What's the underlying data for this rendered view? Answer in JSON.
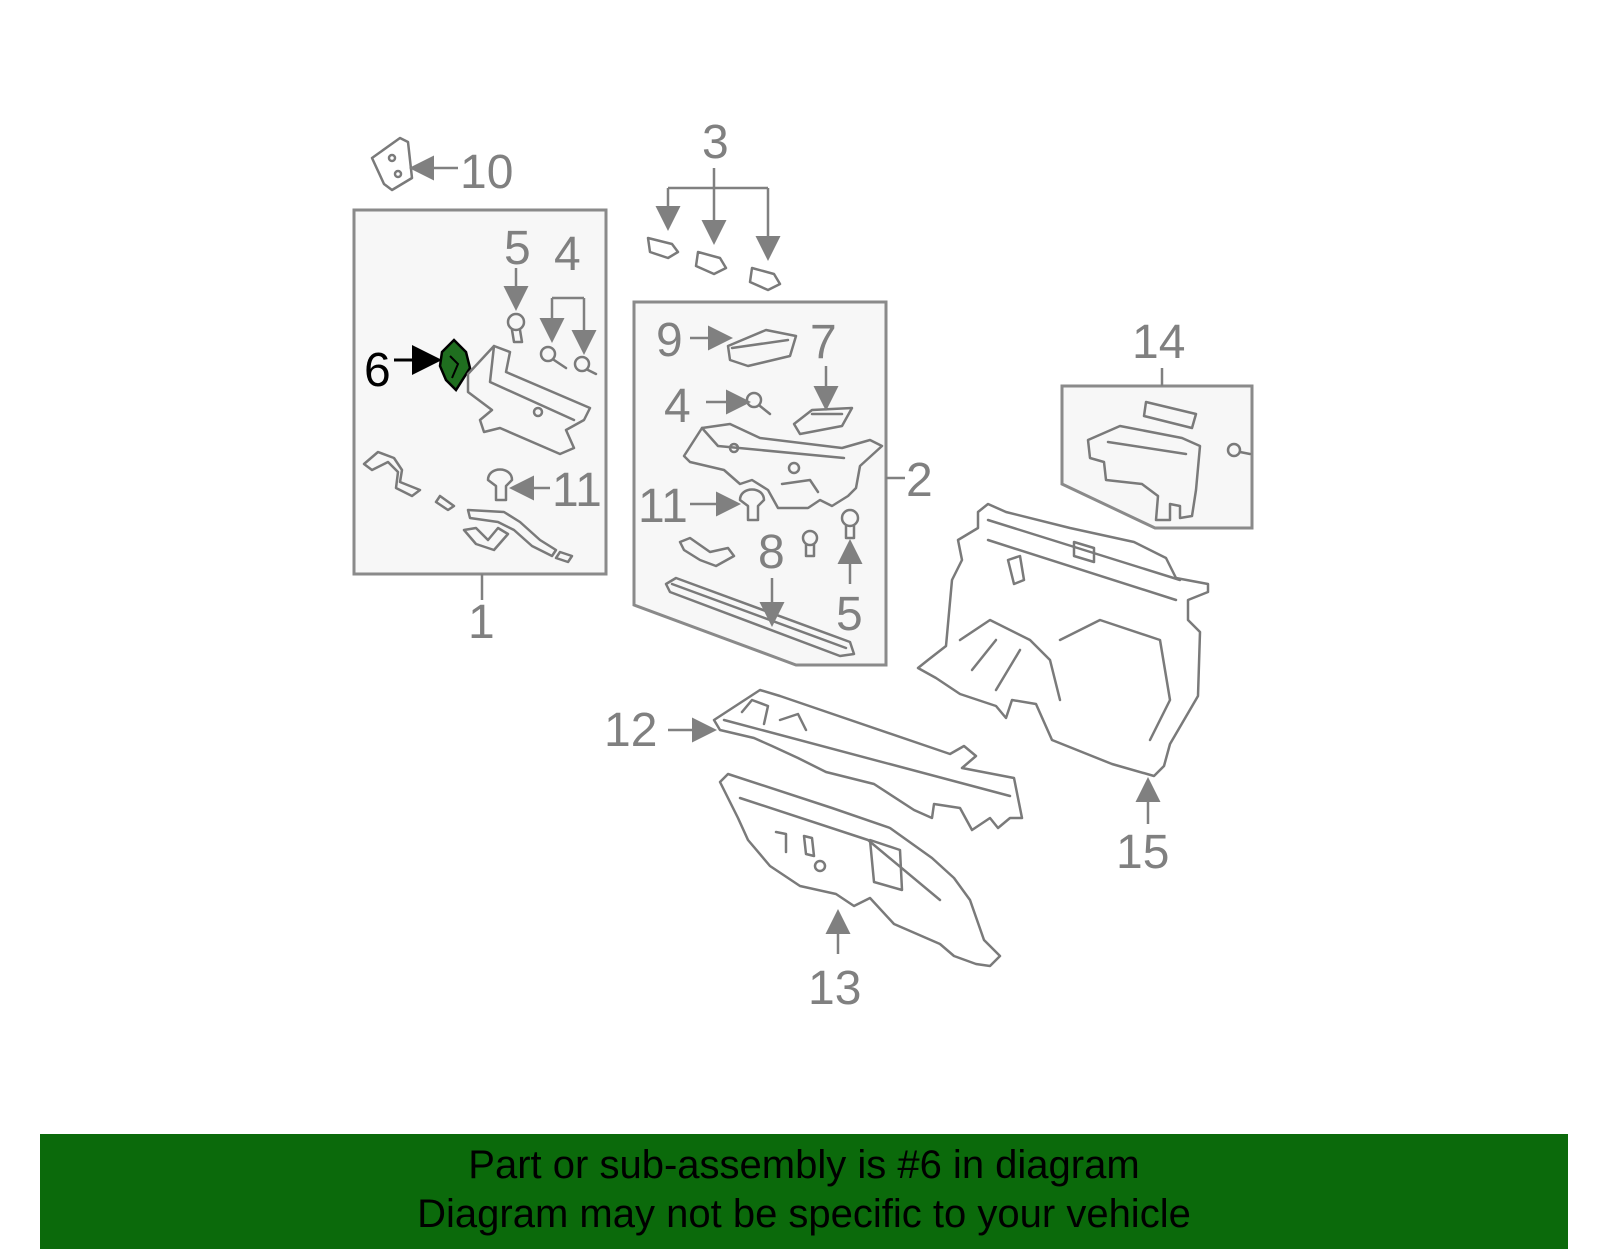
{
  "diagram": {
    "callouts": {
      "c1": "1",
      "c2": "2",
      "c3": "3",
      "c4a": "4",
      "c4b": "4",
      "c5a": "5",
      "c5b": "5",
      "c6": "6",
      "c7": "7",
      "c8": "8",
      "c9": "9",
      "c10": "10",
      "c11a": "11",
      "c11b": "11",
      "c12": "12",
      "c13": "13",
      "c14": "14",
      "c15": "15"
    },
    "highlighted_part": "6",
    "highlight_color": "#1f6e1f",
    "line_color": "#808080"
  },
  "banner": {
    "line1": "Part or sub-assembly is #6 in diagram",
    "line2": "Diagram may not be specific to your vehicle",
    "background": "#0b6a0b"
  }
}
